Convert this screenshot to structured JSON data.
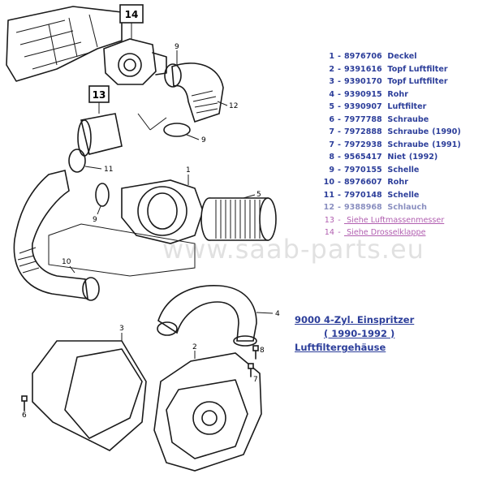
{
  "parts": [
    {
      "pos": "1",
      "number": "8976706",
      "name": "Deckel",
      "note": ""
    },
    {
      "pos": "2",
      "number": "9391616",
      "name": "Topf Luftfilter",
      "note": ""
    },
    {
      "pos": "3",
      "number": "9390170",
      "name": "Topf Luftfilter",
      "note": ""
    },
    {
      "pos": "4",
      "number": "9390915",
      "name": "Rohr",
      "note": ""
    },
    {
      "pos": "5",
      "number": "9390907",
      "name": "Luftfilter",
      "note": ""
    },
    {
      "pos": "6",
      "number": "7977788",
      "name": "Schraube",
      "note": ""
    },
    {
      "pos": "7",
      "number": "7972888",
      "name": "Schraube",
      "note": "(1990)"
    },
    {
      "pos": "7",
      "number": "7972938",
      "name": "Schraube",
      "note": "(1991)"
    },
    {
      "pos": "8",
      "number": "9565417",
      "name": "Niet",
      "note": "(1992)"
    },
    {
      "pos": "9",
      "number": "7970155",
      "name": "Schelle",
      "note": ""
    },
    {
      "pos": "10",
      "number": "8976607",
      "name": "Rohr",
      "note": ""
    },
    {
      "pos": "11",
      "number": "7970148",
      "name": "Schelle",
      "note": ""
    },
    {
      "pos": "12",
      "number": "9388968",
      "name": "Schlauch",
      "note": ""
    }
  ],
  "links": [
    {
      "pos": "13",
      "text": "Siehe Luftmassenmesser"
    },
    {
      "pos": "14",
      "text": "Siehe Drosselklappe"
    }
  ],
  "caption": {
    "line1": "9000  4-Zyl. Einspritzer",
    "line2": "( 1990-1992 )",
    "line3": "Luftfiltergehäuse"
  },
  "callouts": {
    "c1": "1",
    "c2": "2",
    "c3": "3",
    "c4": "4",
    "c5": "5",
    "c6": "6",
    "c7": "7",
    "c8": "8",
    "c9a": "9",
    "c9b": "9",
    "c9c": "9",
    "c10": "10",
    "c11": "11",
    "c12": "12",
    "c13": "13",
    "c14": "14"
  },
  "watermark": "www.saab-parts.eu",
  "colors": {
    "text_blue": "#2c3e9a",
    "link_purple": "#b15fb0",
    "line": "#1a1a1a"
  }
}
